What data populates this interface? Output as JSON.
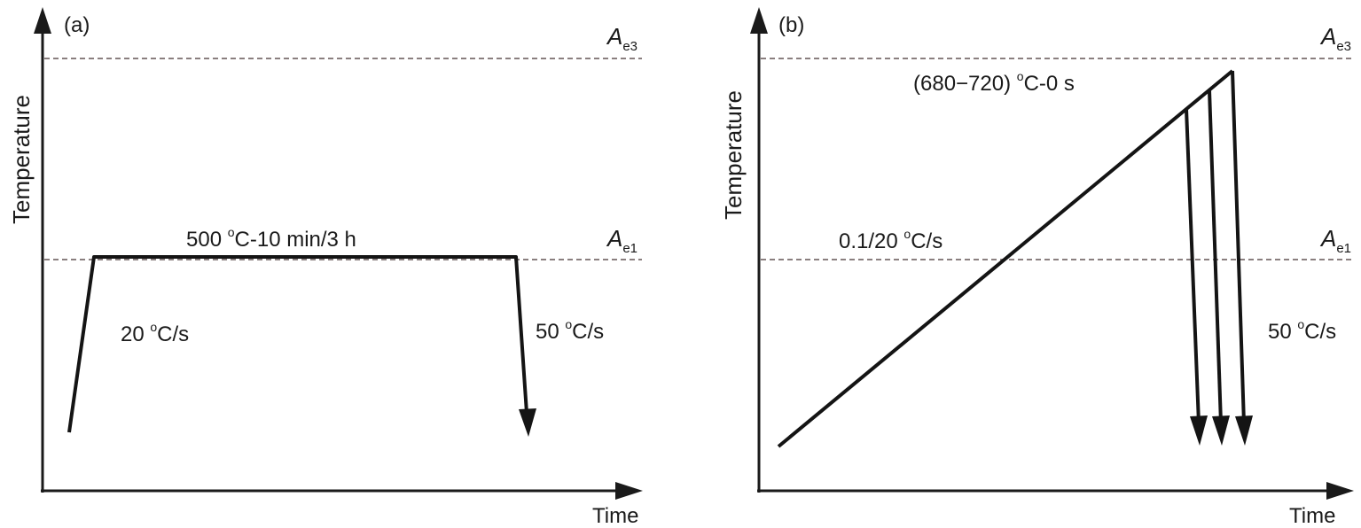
{
  "panels": [
    {
      "tag": "(a)",
      "ylabel": "Temperature",
      "xlabel": "Time",
      "ae3": {
        "base": "A",
        "sub": "e3"
      },
      "ae1": {
        "base": "A",
        "sub": "e1"
      },
      "hold_label": {
        "pre": "500 ",
        "sup": "o",
        "post": "C-10 min/3 h"
      },
      "heat_label": {
        "pre": "20 ",
        "sup": "o",
        "post": "C/s"
      },
      "cool_label": {
        "pre": "50 ",
        "sup": "o",
        "post": "C/s"
      }
    },
    {
      "tag": "(b)",
      "ylabel": "Temperature",
      "xlabel": "Time",
      "ae3": {
        "base": "A",
        "sub": "e3"
      },
      "ae1": {
        "base": "A",
        "sub": "e1"
      },
      "peak_label": {
        "pre": "(680−720) ",
        "sup": "o",
        "post": "C-0 s"
      },
      "heat_label": {
        "pre": "0.1/20 ",
        "sup": "o",
        "post": "C/s"
      },
      "cool_label": {
        "pre": "50 ",
        "sup": "o",
        "post": "C/s"
      }
    }
  ],
  "colors": {
    "axis": "#1a1a1a",
    "path": "#141414",
    "reference_line": "#8a7f7f"
  }
}
